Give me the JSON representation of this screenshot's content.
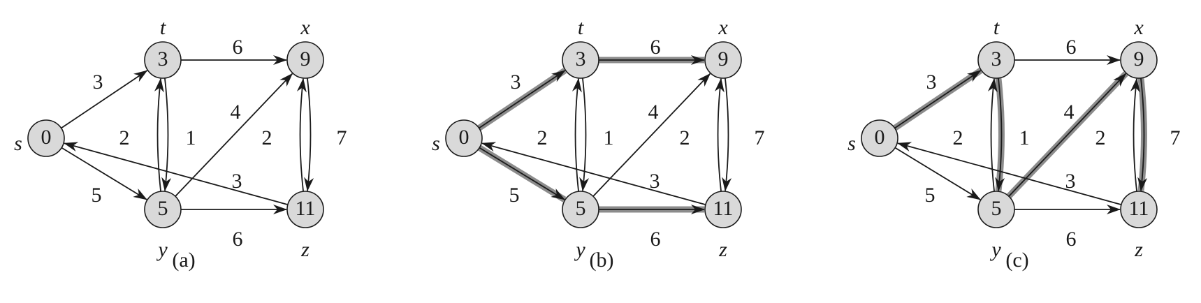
{
  "colors": {
    "node_fill": "#d9d9d9",
    "stroke": "#1a1a1a",
    "highlight": "#8c8c8c",
    "background": "#ffffff"
  },
  "panels": [
    {
      "label": "(a)",
      "nodes": [
        {
          "id": "s",
          "name": "s",
          "value": "0"
        },
        {
          "id": "t",
          "name": "t",
          "value": "3"
        },
        {
          "id": "x",
          "name": "x",
          "value": "9"
        },
        {
          "id": "y",
          "name": "y",
          "value": "5"
        },
        {
          "id": "z",
          "name": "z",
          "value": "11"
        }
      ],
      "edges": [
        {
          "from": "s",
          "to": "t",
          "weight": "3",
          "highlighted": false
        },
        {
          "from": "s",
          "to": "y",
          "weight": "5",
          "highlighted": false
        },
        {
          "from": "t",
          "to": "x",
          "weight": "6",
          "highlighted": false
        },
        {
          "from": "t",
          "to": "y",
          "weight": "2",
          "highlighted": false
        },
        {
          "from": "y",
          "to": "t",
          "weight": "1",
          "highlighted": false
        },
        {
          "from": "y",
          "to": "x",
          "weight": "4",
          "highlighted": false
        },
        {
          "from": "y",
          "to": "z",
          "weight": "6",
          "highlighted": false
        },
        {
          "from": "x",
          "to": "z",
          "weight": "2",
          "highlighted": false
        },
        {
          "from": "z",
          "to": "x",
          "weight": "7",
          "highlighted": false
        },
        {
          "from": "z",
          "to": "s",
          "weight": "3",
          "highlighted": false
        }
      ]
    },
    {
      "label": "(b)",
      "nodes": [
        {
          "id": "s",
          "name": "s",
          "value": "0"
        },
        {
          "id": "t",
          "name": "t",
          "value": "3"
        },
        {
          "id": "x",
          "name": "x",
          "value": "9"
        },
        {
          "id": "y",
          "name": "y",
          "value": "5"
        },
        {
          "id": "z",
          "name": "z",
          "value": "11"
        }
      ],
      "edges": [
        {
          "from": "s",
          "to": "t",
          "weight": "3",
          "highlighted": true
        },
        {
          "from": "s",
          "to": "y",
          "weight": "5",
          "highlighted": true
        },
        {
          "from": "t",
          "to": "x",
          "weight": "6",
          "highlighted": true
        },
        {
          "from": "t",
          "to": "y",
          "weight": "2",
          "highlighted": false
        },
        {
          "from": "y",
          "to": "t",
          "weight": "1",
          "highlighted": false
        },
        {
          "from": "y",
          "to": "x",
          "weight": "4",
          "highlighted": false
        },
        {
          "from": "y",
          "to": "z",
          "weight": "6",
          "highlighted": true
        },
        {
          "from": "x",
          "to": "z",
          "weight": "2",
          "highlighted": false
        },
        {
          "from": "z",
          "to": "x",
          "weight": "7",
          "highlighted": false
        },
        {
          "from": "z",
          "to": "s",
          "weight": "3",
          "highlighted": false
        }
      ]
    },
    {
      "label": "(c)",
      "nodes": [
        {
          "id": "s",
          "name": "s",
          "value": "0"
        },
        {
          "id": "t",
          "name": "t",
          "value": "3"
        },
        {
          "id": "x",
          "name": "x",
          "value": "9"
        },
        {
          "id": "y",
          "name": "y",
          "value": "5"
        },
        {
          "id": "z",
          "name": "z",
          "value": "11"
        }
      ],
      "edges": [
        {
          "from": "s",
          "to": "t",
          "weight": "3",
          "highlighted": true
        },
        {
          "from": "s",
          "to": "y",
          "weight": "5",
          "highlighted": false
        },
        {
          "from": "t",
          "to": "x",
          "weight": "6",
          "highlighted": false
        },
        {
          "from": "t",
          "to": "y",
          "weight": "2",
          "highlighted": true
        },
        {
          "from": "y",
          "to": "t",
          "weight": "1",
          "highlighted": false
        },
        {
          "from": "y",
          "to": "x",
          "weight": "4",
          "highlighted": true
        },
        {
          "from": "y",
          "to": "z",
          "weight": "6",
          "highlighted": false
        },
        {
          "from": "x",
          "to": "z",
          "weight": "2",
          "highlighted": true
        },
        {
          "from": "z",
          "to": "x",
          "weight": "7",
          "highlighted": false
        },
        {
          "from": "z",
          "to": "s",
          "weight": "3",
          "highlighted": false
        }
      ]
    }
  ]
}
